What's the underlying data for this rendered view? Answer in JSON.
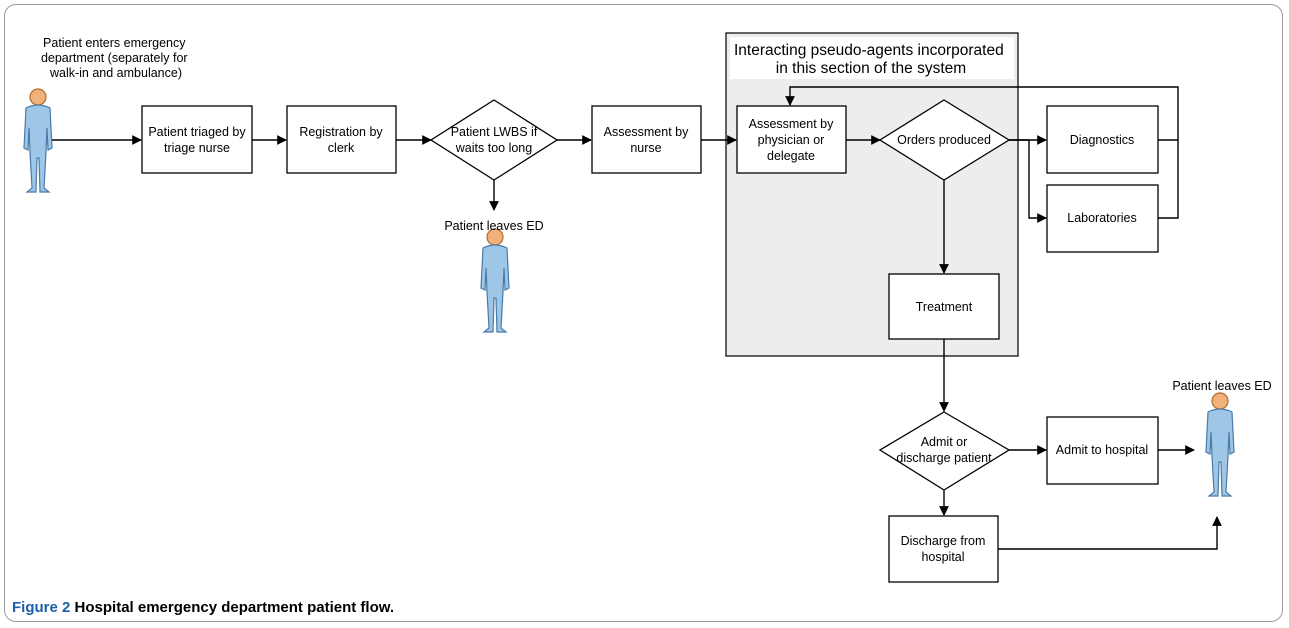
{
  "diagram": {
    "section_title": [
      "Interacting pseudo-agents incorporated",
      "in this section of the system"
    ],
    "people": [
      {
        "id": "p_enter",
        "label": [
          "Patient enters emergency",
          "department (separately for",
          "walk-in and ambulance)"
        ]
      },
      {
        "id": "p_lwbs",
        "label": [
          "Patient leaves ED"
        ]
      },
      {
        "id": "p_exit",
        "label": [
          "Patient leaves ED"
        ]
      }
    ],
    "nodes": [
      {
        "id": "triage",
        "shape": "rect",
        "label": [
          "Patient triaged by",
          "triage nurse"
        ]
      },
      {
        "id": "registration",
        "shape": "rect",
        "label": [
          "Registration by",
          "clerk"
        ]
      },
      {
        "id": "lwbs",
        "shape": "diamond",
        "label": [
          "Patient LWBS if",
          "waits too long"
        ]
      },
      {
        "id": "assess_nurse",
        "shape": "rect",
        "label": [
          "Assessment by",
          "nurse"
        ]
      },
      {
        "id": "assess_phys",
        "shape": "rect",
        "label": [
          "Assessment by",
          "physician or",
          "delegate"
        ]
      },
      {
        "id": "orders",
        "shape": "diamond",
        "label": [
          "Orders produced"
        ]
      },
      {
        "id": "diagnostics",
        "shape": "rect",
        "label": [
          "Diagnostics"
        ]
      },
      {
        "id": "laboratories",
        "shape": "rect",
        "label": [
          "Laboratories"
        ]
      },
      {
        "id": "treatment",
        "shape": "rect",
        "label": [
          "Treatment"
        ]
      },
      {
        "id": "admit_discharge",
        "shape": "diamond",
        "label": [
          "Admit or",
          "discharge patient"
        ]
      },
      {
        "id": "admit",
        "shape": "rect",
        "label": [
          "Admit to hospital"
        ]
      },
      {
        "id": "discharge",
        "shape": "rect",
        "label": [
          "Discharge from",
          "hospital"
        ]
      }
    ],
    "edges": [
      {
        "from": "p_enter",
        "to": "triage"
      },
      {
        "from": "triage",
        "to": "registration"
      },
      {
        "from": "registration",
        "to": "lwbs"
      },
      {
        "from": "lwbs",
        "to": "p_lwbs"
      },
      {
        "from": "lwbs",
        "to": "assess_nurse"
      },
      {
        "from": "assess_nurse",
        "to": "assess_phys"
      },
      {
        "from": "assess_phys",
        "to": "orders"
      },
      {
        "from": "orders",
        "to": "diagnostics"
      },
      {
        "from": "orders",
        "to": "laboratories"
      },
      {
        "from": "diagnostics",
        "to": "assess_phys"
      },
      {
        "from": "laboratories",
        "to": "assess_phys"
      },
      {
        "from": "orders",
        "to": "treatment"
      },
      {
        "from": "treatment",
        "to": "admit_discharge"
      },
      {
        "from": "admit_discharge",
        "to": "admit"
      },
      {
        "from": "admit_discharge",
        "to": "discharge"
      },
      {
        "from": "admit",
        "to": "p_exit"
      },
      {
        "from": "discharge",
        "to": "p_exit"
      }
    ]
  },
  "caption": {
    "figure": "Figure 2",
    "title": "Hospital emergency department patient flow."
  },
  "colors": {
    "section_fill": "#ededed",
    "person_skin": "#f0b27a",
    "person_body": "#9ec6e6",
    "caption_figure": "#1d5fa8"
  }
}
